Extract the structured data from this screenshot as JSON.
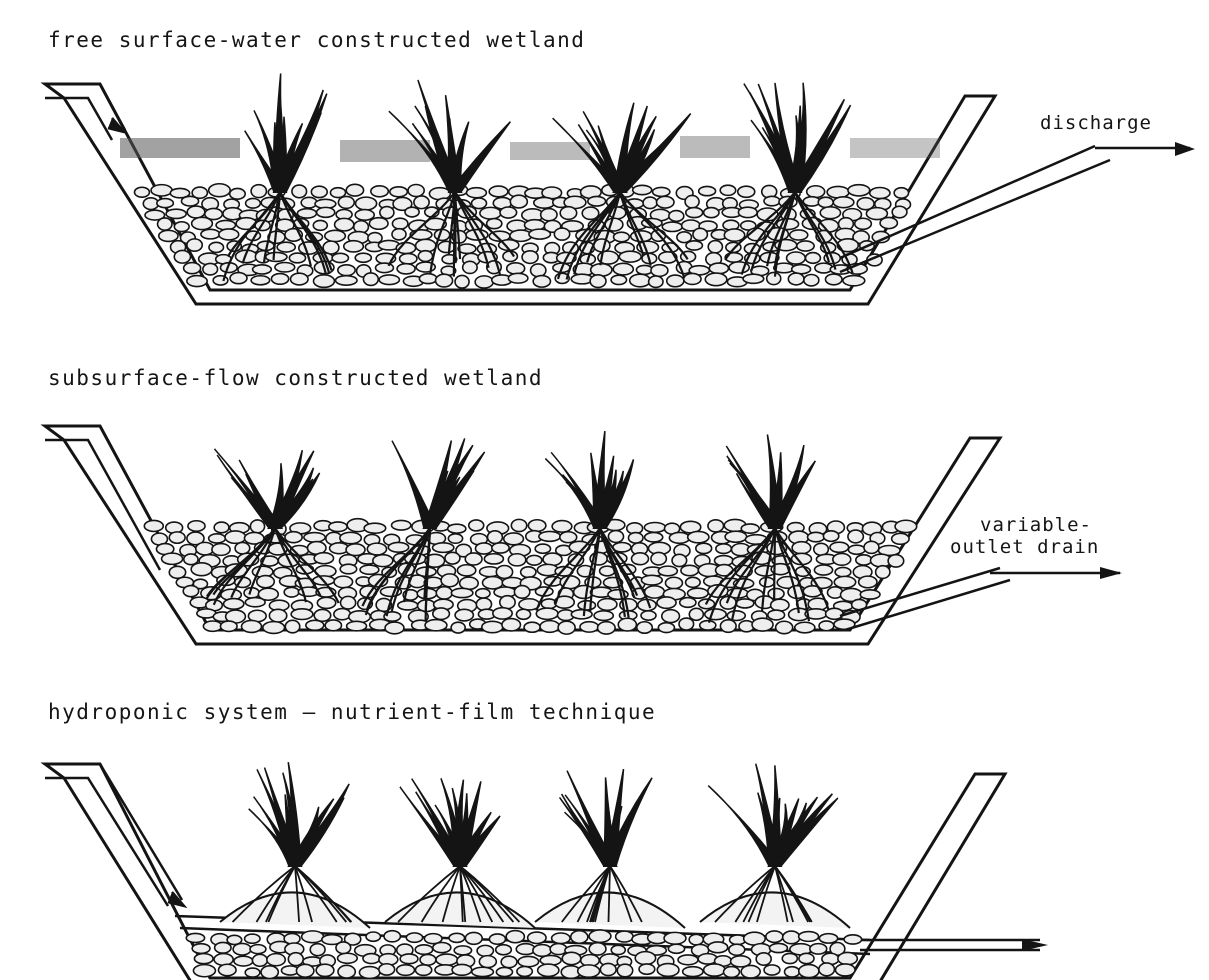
{
  "panels": [
    {
      "title": "free surface-water constructed wetland",
      "outlet_label": [
        "discharge"
      ]
    },
    {
      "title": "subsurface-flow constructed wetland",
      "outlet_label": [
        "variable-",
        "outlet drain"
      ]
    },
    {
      "title": "hydroponic system — nutrient-film technique",
      "outlet_label": []
    }
  ],
  "colors": {
    "ink": "#141414",
    "paper": "#ffffff",
    "gravel_fill": "#e9e9e9",
    "water": "#555555"
  }
}
